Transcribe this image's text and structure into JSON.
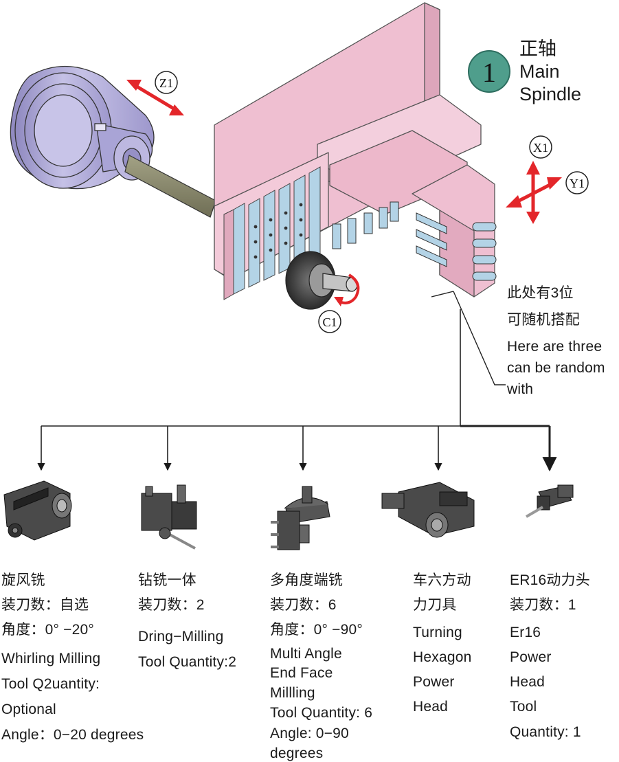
{
  "header": {
    "badge_number": "1",
    "title_cn": "正轴",
    "title_en_1": "Main",
    "title_en_2": "Spindle"
  },
  "axes": {
    "z1": "Z1",
    "x1": "X1",
    "y1": "Y1",
    "c1": "C1"
  },
  "note": {
    "cn_1": "此处有3位",
    "cn_2": "可随机搭配",
    "en_1": "Here are three",
    "en_2": "can be random",
    "en_3": "with"
  },
  "tools": [
    {
      "lines": [
        "旋风铣",
        "装刀数：自选",
        "角度：0°  −20°",
        "Whirling Milling",
        "Tool Q2uantity:",
        "Optional",
        "Angle：0−20 degrees"
      ]
    },
    {
      "lines": [
        "钻铣一体",
        "装刀数：2",
        "Dring−Milling",
        "Tool Quantity:2"
      ]
    },
    {
      "lines": [
        "多角度端铣",
        "装刀数：6",
        "角度：0°  −90°",
        "Multi Angle",
        "End Face",
        "Millling",
        "Tool Quantity: 6",
        "Angle: 0−90",
        "degrees"
      ]
    },
    {
      "lines": [
        "车六方动",
        "力刀具",
        "Turning",
        "Hexagon",
        "Power",
        "Head"
      ]
    },
    {
      "lines": [
        "ER16动力头",
        "装刀数：1",
        "Er16",
        "Power",
        "Head",
        "Tool",
        "Quantity: 1"
      ]
    }
  ],
  "colors": {
    "pink": "#efbfd1",
    "spindle": "#b8b3dc",
    "arrow_red": "#e3262a",
    "badge_green": "#4f9e8c",
    "tool_blue": "#b3d3e6",
    "metal_dark": "#3a3a3a"
  }
}
